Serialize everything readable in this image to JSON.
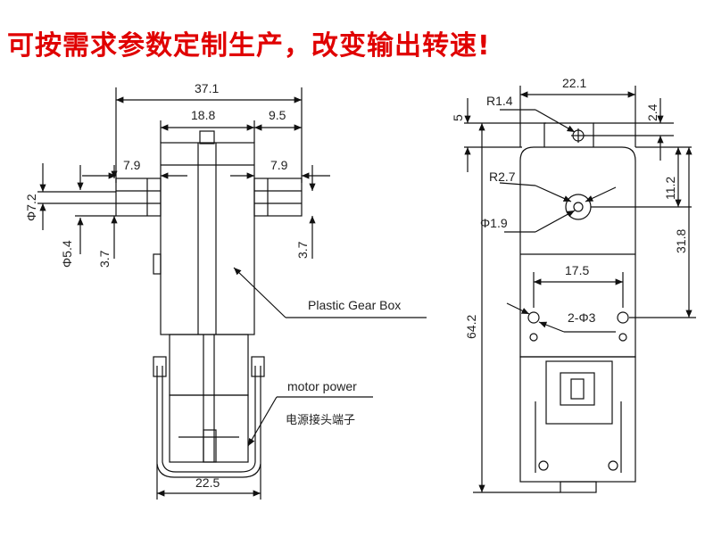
{
  "banner": "可按需求参数定制生产，改变输出转速!",
  "left_view": {
    "dim_total_width": "37.1",
    "dim_body_width": "18.8",
    "dim_right_offset": "9.5",
    "dim_left_shaft": "7.9",
    "dim_right_shaft": "7.9",
    "dim_phi_outer": "Φ7.2",
    "dim_phi_inner": "Φ5.4",
    "dim_left_flat": "3.7",
    "dim_right_flat": "3.7",
    "label_gearbox": "Plastic Gear Box",
    "label_motor_power": "motor power",
    "label_terminal_cn": "电源接头端子",
    "dim_bottom_width": "22.5"
  },
  "right_view": {
    "dim_top_width": "22.1",
    "dim_r14": "R1.4",
    "dim_5": "5",
    "dim_24": "2.4",
    "dim_r27": "R2.7",
    "dim_phi19": "Φ1.9",
    "dim_112": "11.2",
    "dim_318": "31.8",
    "dim_175": "17.5",
    "dim_holes": "2-Φ3",
    "dim_642": "64.2"
  }
}
